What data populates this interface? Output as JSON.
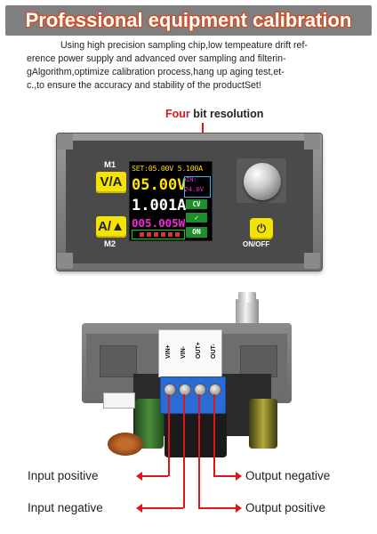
{
  "banner": {
    "title": "Professional equipment calibration"
  },
  "description": {
    "lines": [
      "Using high precision sampling chip,low tempeature drift ref-",
      "erence power supply and advanced over sampling and filterin-",
      "gAlgorithm,optimize calibration process,hang up aging test,et-",
      "c.,to ensure the accuracy and stability of the productSet!"
    ]
  },
  "resolution": {
    "highlight": "Four",
    "rest": " bit resolution"
  },
  "front_panel": {
    "m1_label": "M1",
    "m2_label": "M2",
    "button_va": "V/A",
    "button_aup": "A/▲",
    "power_label": "ON/OFF",
    "screen": {
      "set_line": "SET:05.00V 5.100A",
      "voltage": "05.00V",
      "current": "1.001A",
      "power": "005.005W",
      "in_label": "IN:",
      "in_value": "24.0V",
      "mode_badge": "CV",
      "check_badge": "✓",
      "on_badge": "ON"
    },
    "accent_color": "#f4e200"
  },
  "rear_module": {
    "pins": [
      "VIN+",
      "VIN-",
      "OUT+",
      "OUT-"
    ]
  },
  "pointers": {
    "input_positive": "Input positive",
    "input_negative": "Input negative",
    "output_negative": "Output negative",
    "output_positive": "Output positive",
    "line_color": "#e0151c"
  }
}
